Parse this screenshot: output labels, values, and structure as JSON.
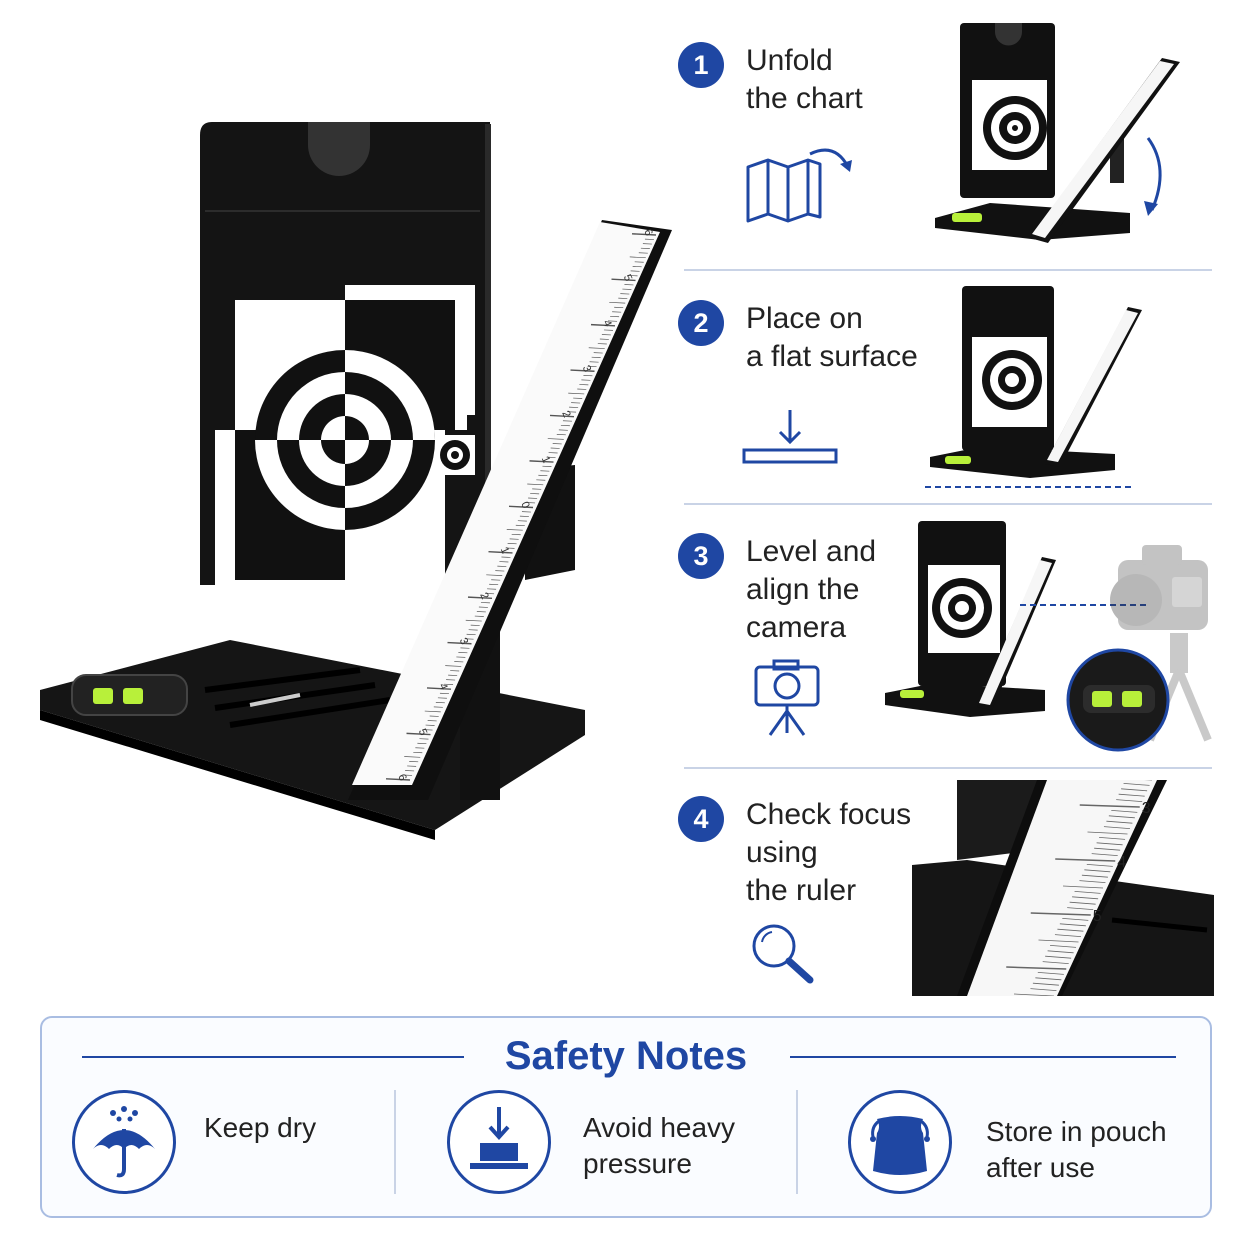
{
  "ruler_marks": [
    "6",
    "5",
    "4",
    "3",
    "2",
    "1",
    "0",
    "1",
    "2",
    "3",
    "4",
    "5",
    "6"
  ],
  "steps": [
    {
      "number": "1",
      "lines": [
        "Unfold",
        "the chart"
      ],
      "icon": "fold-map-icon"
    },
    {
      "number": "2",
      "lines": [
        "Place on",
        "a flat surface"
      ],
      "icon": "flat-surface-icon"
    },
    {
      "number": "3",
      "lines": [
        "Level and",
        "align the",
        "camera"
      ],
      "icon": "camera-tripod-icon"
    },
    {
      "number": "4",
      "lines": [
        "Check focus",
        "using",
        "the ruler"
      ],
      "icon": "magnifier-icon"
    }
  ],
  "zoom_ruler_marks": [
    "3",
    "4",
    "5"
  ],
  "safety": {
    "title": "Safety Notes",
    "items": [
      {
        "lines": [
          "Keep dry"
        ],
        "icon": "umbrella-rain-icon"
      },
      {
        "lines": [
          "Avoid heavy",
          "pressure"
        ],
        "icon": "weight-press-icon"
      },
      {
        "lines": [
          "Store in pouch",
          "after use"
        ],
        "icon": "pouch-icon"
      }
    ]
  },
  "colors": {
    "accent": "#1f47a3",
    "product": "#111111",
    "bubble": "#b8f03a"
  }
}
